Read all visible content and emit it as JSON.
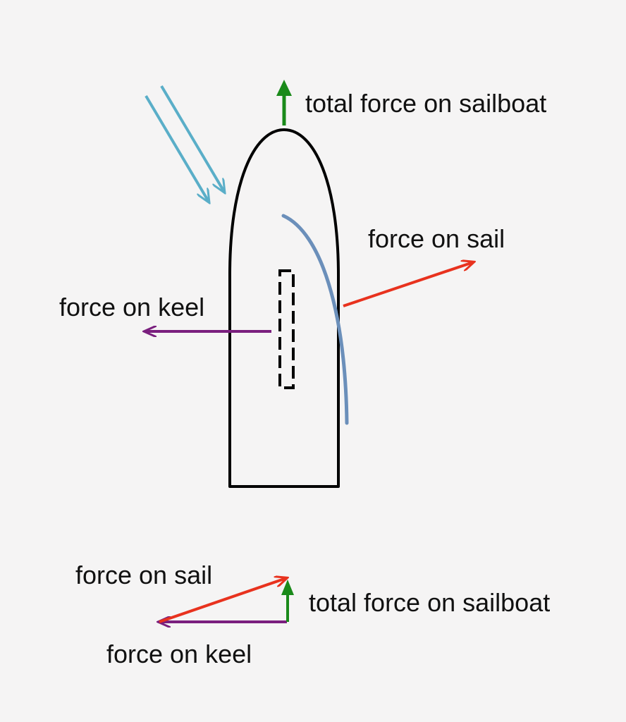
{
  "labels": {
    "total_force_top": "total force on sailboat",
    "force_on_sail_top": "force on sail",
    "force_on_keel_top": "force on keel",
    "force_on_sail_bottom": "force on sail",
    "total_force_bottom": "total force on sailboat",
    "force_on_keel_bottom": "force on keel"
  },
  "colors": {
    "background": "#f5f4f4",
    "hull": "#000000",
    "sail": "#6b8fba",
    "wind": "#5aaec8",
    "total_force": "#1a8a1a",
    "sail_force": "#e8321e",
    "keel_force": "#7a1f7e"
  },
  "icons": {
    "wind": "wind-arrows-icon",
    "hull": "sailboat-hull-outline",
    "keel": "keel-dashed-outline"
  }
}
